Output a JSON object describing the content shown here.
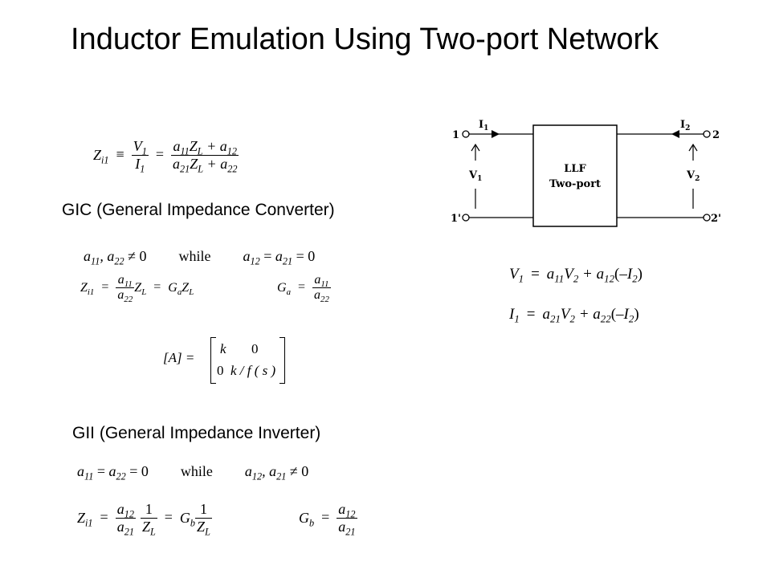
{
  "title": "Inductor Emulation Using Two-port Network",
  "gic_heading": "GIC (General Impedance Converter)",
  "gii_heading": "GII (General Impedance Inverter)",
  "while_word": "while",
  "matrix_label": "[A] =",
  "matrix": {
    "r1c1": "k",
    "r1c2": "0",
    "r2c1": "0",
    "r2c2": "k / f ( s )"
  },
  "diagram": {
    "box_line1": "LLF",
    "box_line2": "Two-port",
    "port1": "1",
    "port1p": "1'",
    "port2": "2",
    "port2p": "2'",
    "i1": "I",
    "i1_sub": "1",
    "i2": "I",
    "i2_sub": "2",
    "v1": "V",
    "v1_sub": "1",
    "v2": "V",
    "v2_sub": "2"
  }
}
